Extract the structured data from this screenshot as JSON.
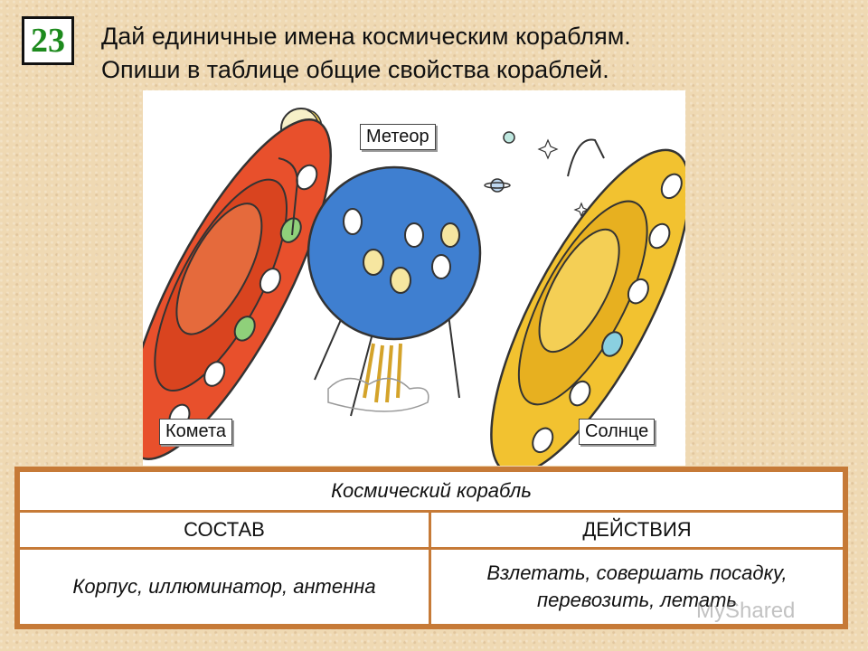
{
  "exercise_number": "23",
  "title_lines": [
    "Дай единичные имена космическим кораблям.",
    "Опиши в таблице общие свойства кораблей."
  ],
  "ship_labels": {
    "blue": "Метеор",
    "red": "Комета",
    "yellow": "Солнце"
  },
  "table": {
    "header": "Космический корабль",
    "col1_header": "СОСТАВ",
    "col2_header": "ДЕЙСТВИЯ",
    "col1_value": "Корпус, иллюминатор, антенна",
    "col2_value_line1": "Взлетать, совершать посадку,",
    "col2_value_line2": "перевозить, летать"
  },
  "watermark": "MyShared",
  "colors": {
    "number": "#1d8a1d",
    "table_border": "#c67a37",
    "red_ship": "#e8502c",
    "blue_ship": "#3f7fd0",
    "yellow_ship": "#f2c230"
  }
}
